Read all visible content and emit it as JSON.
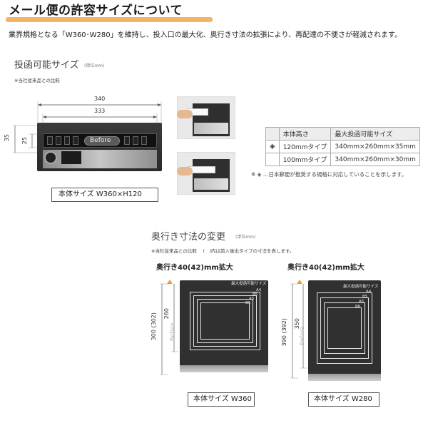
{
  "title": "メール便の許容サイズについて",
  "intro": "業界規格となる「W360･W280」を維持し、投入口の最大化、奥行き寸法の拡張により、再配達の不便さが軽減されます。",
  "colors": {
    "accent": "#f29a38",
    "cabinet": "#303030",
    "text": "#222222"
  },
  "section1": {
    "heading": "投函可能サイズ",
    "unit": "(単位mm)",
    "note": "※当社従来品との比較",
    "dims": {
      "outer": "340",
      "inner": "333",
      "height": "35",
      "height_inner": "25"
    },
    "before_label": "Before",
    "caption": "本体サイズ W360×H120"
  },
  "spec_table": {
    "headers": [
      "",
      "本体高さ",
      "最大投函可能サイズ"
    ],
    "rows": [
      {
        "icon": "mail-envelope-icon",
        "type": "120mmタイプ",
        "size": "340mm×260mm×35mm"
      },
      {
        "icon": "",
        "type": "100mmタイプ",
        "size": "340mm×260mm×30mm"
      }
    ],
    "note": "※",
    "note_after_icon": "…日本郵便が推奨する規格に対応していることを示します。"
  },
  "section2": {
    "heading": "奥行き寸法の変更",
    "unit": "(単位mm)",
    "note": "※当社従来品との比較　 (　)内は前入後出タイプの寸法を表します。",
    "left": {
      "label": "奥行き40(42)mm拡大",
      "dim_outer": "300 (302)",
      "dim_inner": "260",
      "before": "Before",
      "max_label": "最大投函可能サイズ",
      "sizes": [
        "A4",
        "B5",
        "A5",
        "B6"
      ],
      "caption": "本体サイズ W360"
    },
    "right": {
      "label": "奥行き40(42)mm拡大",
      "dim_outer": "390 (392)",
      "dim_inner": "350",
      "before": "Before",
      "max_label": "最大投函可能サイズ",
      "sizes": [
        "A4",
        "B5",
        "A5",
        "B6"
      ],
      "caption": "本体サイズ W280"
    }
  }
}
